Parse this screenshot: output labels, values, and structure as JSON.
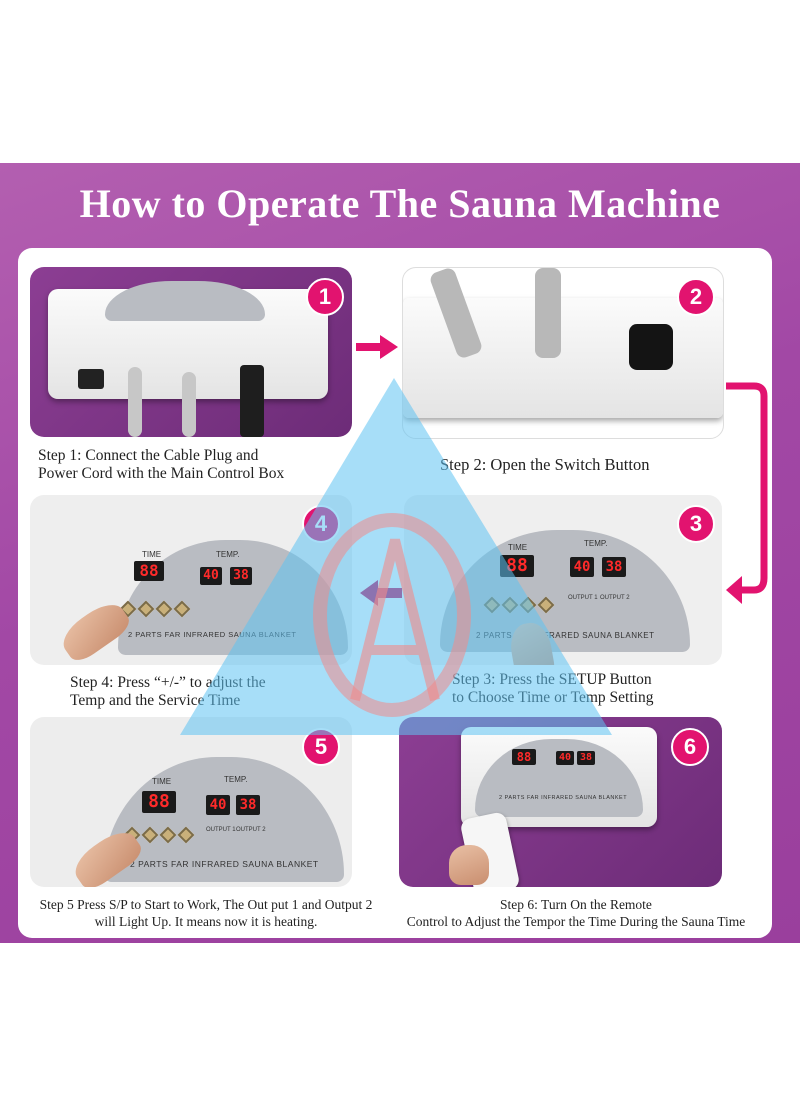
{
  "title": "How to Operate The Sauna Machine",
  "colors": {
    "band": "#a248a5",
    "badge": "#e2136f",
    "arrow": "#e2136f"
  },
  "device": {
    "brand": "2 PARTS FAR INFRARED SAUNA BLANKET",
    "time_label": "TIME",
    "temp_label": "TEMP.",
    "output1": "OUTPUT 1",
    "output2": "OUTPUT 2",
    "time_display": "88",
    "temp1_display": "40",
    "temp2_display": "38"
  },
  "steps": [
    {
      "number": "1",
      "caption": [
        "Step 1: Connect the Cable Plug and",
        "Power Cord with the Main Control Box"
      ]
    },
    {
      "number": "2",
      "caption": [
        "Step 2: Open the Switch Button"
      ]
    },
    {
      "number": "3",
      "caption": [
        "Step 3: Press the SETUP Button",
        "to Choose Time or Temp Setting"
      ]
    },
    {
      "number": "4",
      "caption": [
        "Step 4: Press “+/-” to adjust the",
        "Temp and the Service Time"
      ]
    },
    {
      "number": "5",
      "caption": [
        "Step 5 Press S/P to Start to Work, The Out put 1 and Output 2",
        "will Light Up. It means now it is heating."
      ]
    },
    {
      "number": "6",
      "caption": [
        "Step 6: Turn On the Remote",
        "Control to Adjust the Tempor the Time During the Sauna Time"
      ]
    }
  ]
}
